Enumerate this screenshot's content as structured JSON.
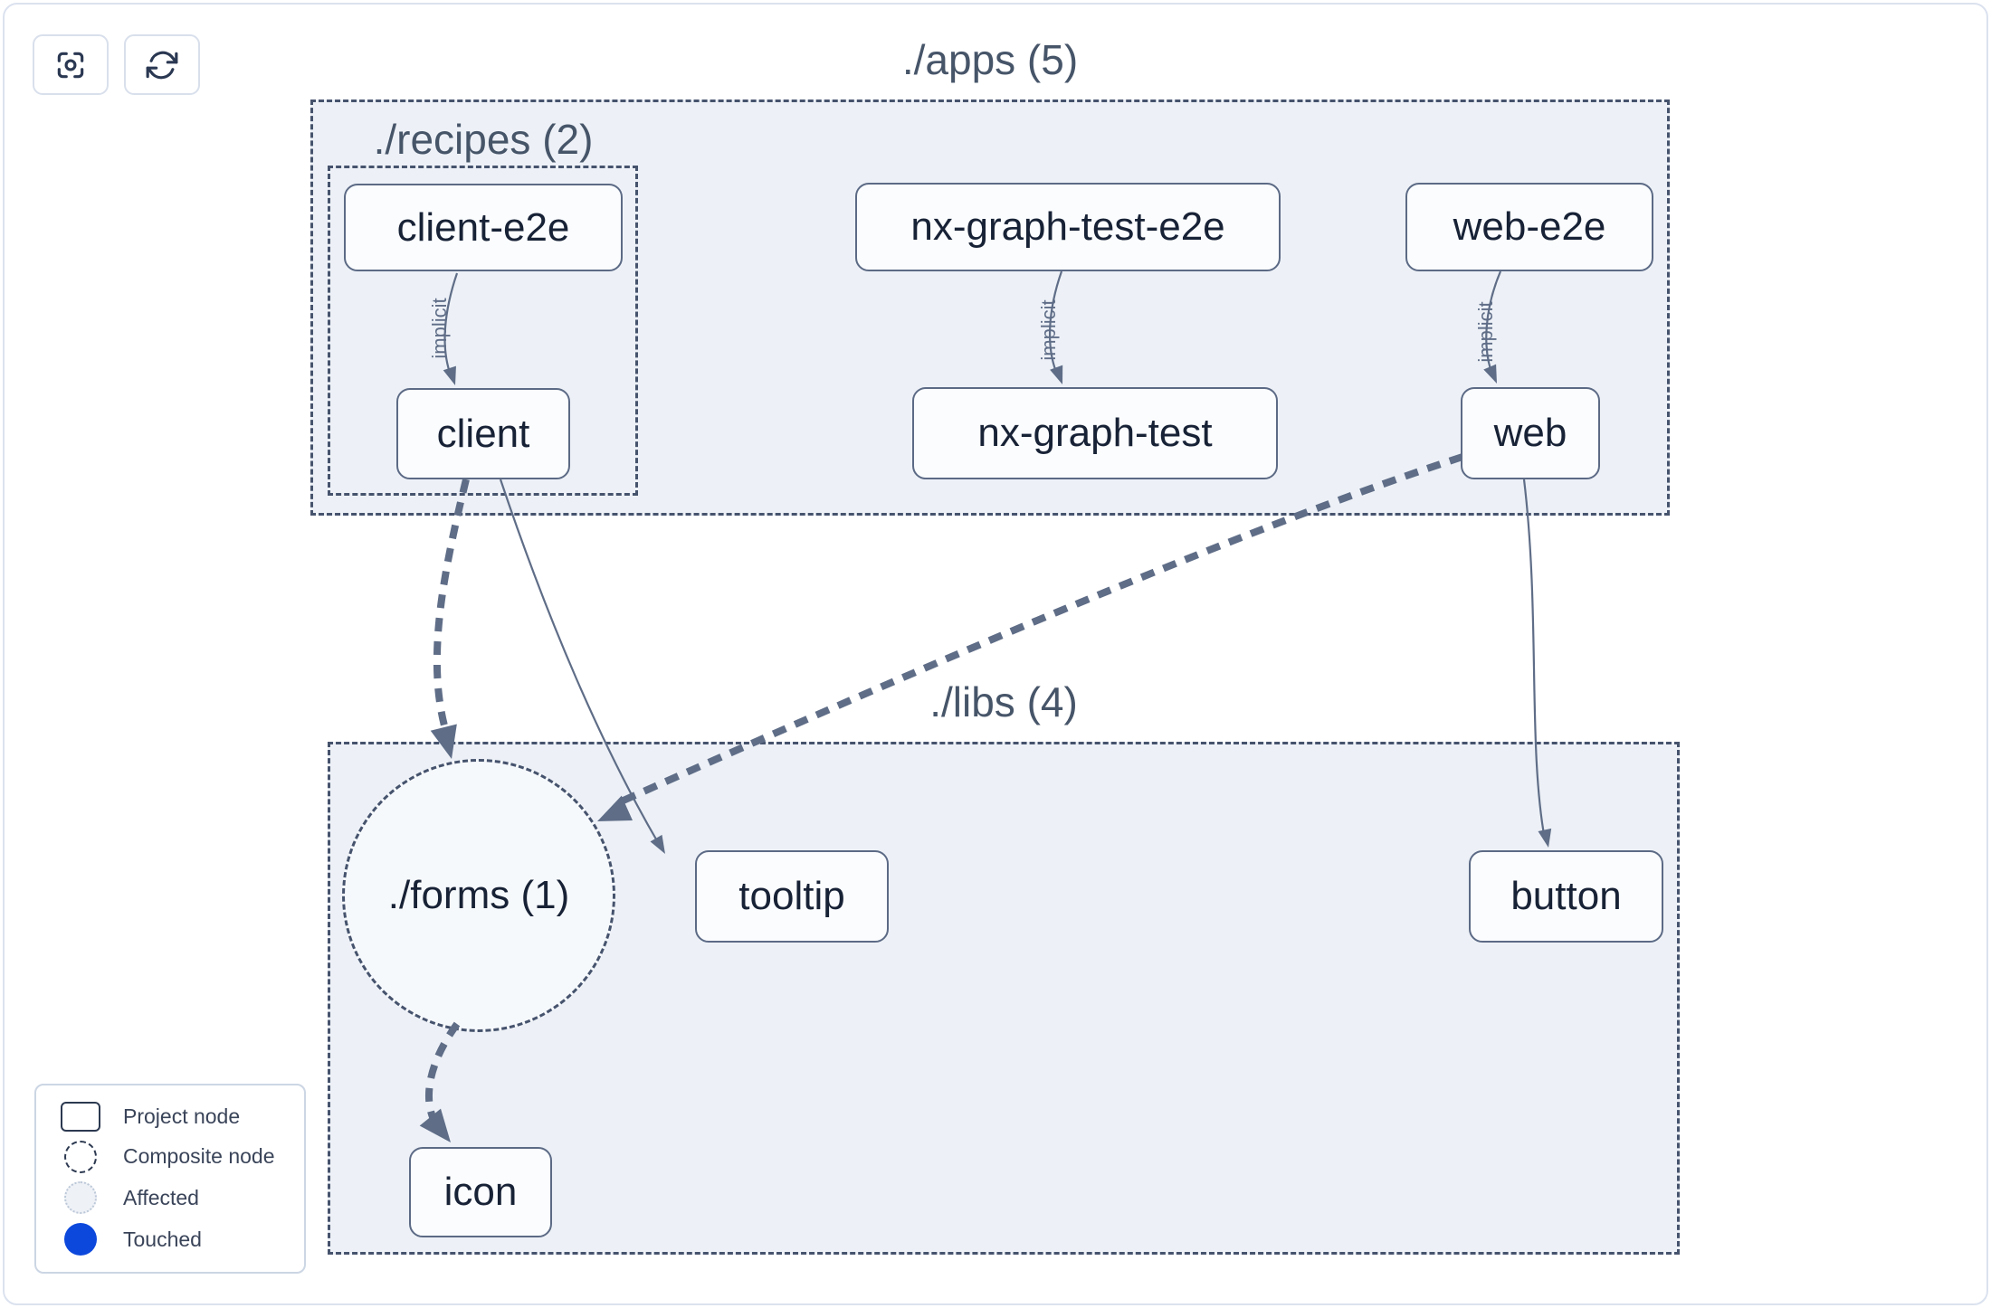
{
  "toolbar": {
    "buttons": [
      {
        "id": "zoom-to-fit",
        "icon": "focus-icon"
      },
      {
        "id": "refresh",
        "icon": "refresh-icon"
      }
    ]
  },
  "graph": {
    "clusters": [
      {
        "id": "apps",
        "label": "./apps (5)"
      },
      {
        "id": "recipes",
        "label": "./recipes (2)"
      },
      {
        "id": "libs",
        "label": "./libs (4)"
      }
    ],
    "composite": {
      "id": "forms",
      "label": "./forms (1)"
    },
    "nodes": [
      {
        "id": "client-e2e",
        "label": "client-e2e",
        "parent": "recipes"
      },
      {
        "id": "client",
        "label": "client",
        "parent": "recipes"
      },
      {
        "id": "nx-graph-test-e2e",
        "label": "nx-graph-test-e2e",
        "parent": "apps"
      },
      {
        "id": "nx-graph-test",
        "label": "nx-graph-test",
        "parent": "apps"
      },
      {
        "id": "web-e2e",
        "label": "web-e2e",
        "parent": "apps"
      },
      {
        "id": "web",
        "label": "web",
        "parent": "apps"
      },
      {
        "id": "tooltip",
        "label": "tooltip",
        "parent": "libs"
      },
      {
        "id": "button",
        "label": "button",
        "parent": "libs"
      },
      {
        "id": "icon",
        "label": "icon",
        "parent": "libs"
      }
    ],
    "edges": [
      {
        "from": "client-e2e",
        "to": "client",
        "style": "thin",
        "label": "implicit"
      },
      {
        "from": "nx-graph-test-e2e",
        "to": "nx-graph-test",
        "style": "thin",
        "label": "implicit"
      },
      {
        "from": "web-e2e",
        "to": "web",
        "style": "thin",
        "label": "implicit"
      },
      {
        "from": "client",
        "to": "./forms (1)",
        "style": "thick-dashed",
        "label": ""
      },
      {
        "from": "client",
        "to": "tooltip",
        "style": "thin",
        "label": ""
      },
      {
        "from": "web",
        "to": "./forms (1)",
        "style": "thick-dashed",
        "label": ""
      },
      {
        "from": "web",
        "to": "button",
        "style": "thin",
        "label": ""
      },
      {
        "from": "./forms (1)",
        "to": "icon",
        "style": "thick-dashed",
        "label": ""
      }
    ]
  },
  "legend": {
    "items": [
      {
        "label": "Project node",
        "swatch": "project"
      },
      {
        "label": "Composite node",
        "swatch": "composite"
      },
      {
        "label": "Affected",
        "swatch": "affected"
      },
      {
        "label": "Touched",
        "swatch": "touched"
      }
    ]
  },
  "colors": {
    "cluster_fill": "#edf1f7",
    "cluster_border": "#46536d",
    "node_border": "#5c6a85",
    "node_fill": "#fafcfe",
    "node_text": "#182236",
    "edge": "#5f6d87",
    "title_text": "#475569",
    "legend_text": "#3a4459",
    "touched_blue": "#0d48dc",
    "page_border": "#dbe2ef"
  }
}
